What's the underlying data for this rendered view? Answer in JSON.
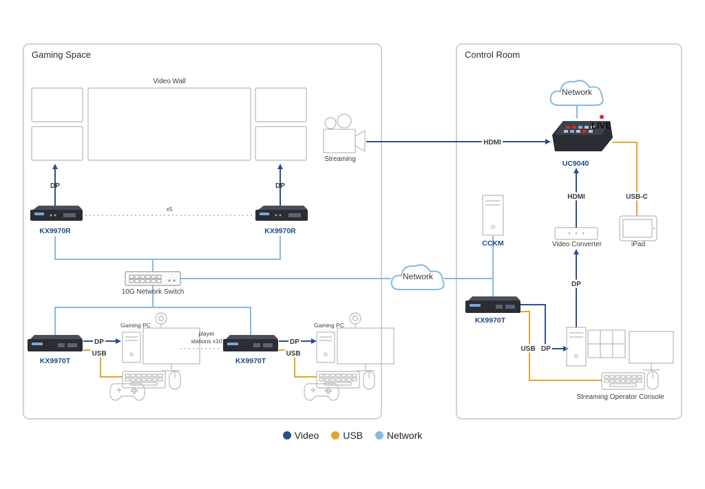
{
  "regions": {
    "gaming_space": "Gaming Space",
    "control_room": "Control Room"
  },
  "labels": {
    "video_wall": "Video Wall",
    "streaming": "Streaming",
    "network": "Network",
    "network_mid": "Network",
    "live": "LIVE",
    "switch": "10G Network Switch",
    "x5": "x5",
    "player_stations": "player",
    "player_stations_2": "stations x10",
    "gaming_pc_1": "Gaming PC",
    "gaming_pc_2": "Gaming PC",
    "video_converter": "Video Converter",
    "ipad": "iPad",
    "console": "Streaming Operator Console"
  },
  "models": {
    "kx9970r_left": "KX9970R",
    "kx9970r_right": "KX9970R",
    "kx9970t_1": "KX9970T",
    "kx9970t_2": "KX9970T",
    "kx9970t_3": "KX9970T",
    "uc9040": "UC9040",
    "cckm": "CCKM"
  },
  "connections": {
    "dp_1": "DP",
    "dp_2": "DP",
    "hdmi_cam": "HDMI",
    "hdmi_conv": "HDMI",
    "usbc": "USB-C",
    "dp_pc1": "DP",
    "usb_pc1": "USB",
    "dp_pc2": "DP",
    "usb_pc2": "USB",
    "dp_conv": "DP",
    "usb_cr": "USB",
    "dp_cr": "DP"
  },
  "legend": {
    "video": "Video",
    "usb": "USB",
    "network": "Network"
  },
  "colors": {
    "video": "#2b4f8e",
    "usb": "#e1a52f",
    "network": "#86b9e1",
    "live_dot": "#e0261b"
  }
}
